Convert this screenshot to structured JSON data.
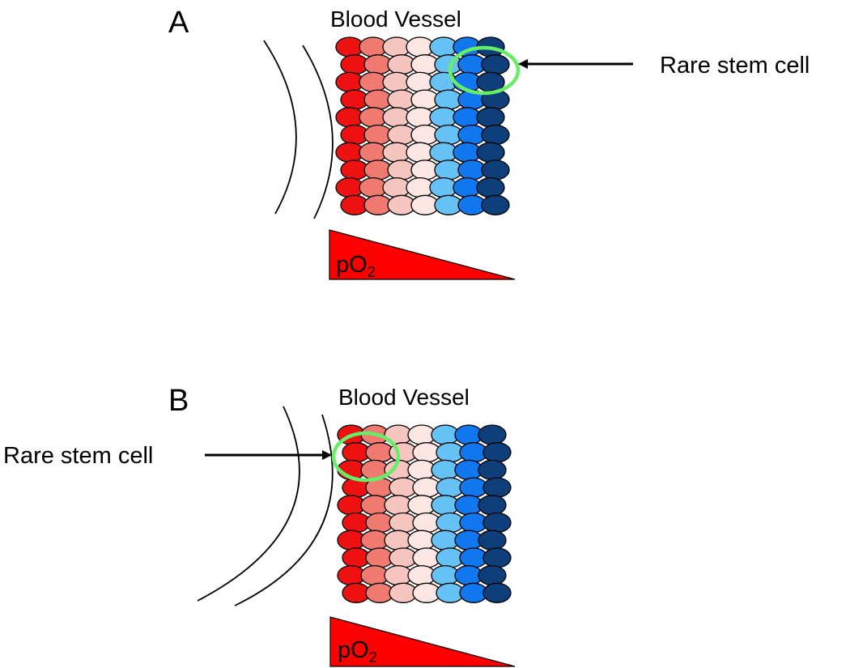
{
  "panels": [
    {
      "letter": "A",
      "vessel_label": "Blood Vessel",
      "callout_label": "Rare stem cell",
      "stem_cell_location": "right side (low oxygen)",
      "gradient_label_main": "pO",
      "gradient_label_sub": "2"
    },
    {
      "letter": "B",
      "vessel_label": "Blood Vessel",
      "callout_label": "Rare stem cell",
      "stem_cell_location": "left side (adjacent to vessel, high oxygen)",
      "gradient_label_main": "pO",
      "gradient_label_sub": "2"
    }
  ],
  "cell_columns_colors": [
    "#ee1111",
    "#f07a70",
    "#f7c5c0",
    "#fbe6e3",
    "#66c2f5",
    "#1177ee",
    "#0e3f7a"
  ],
  "colors": {
    "stem_cell_ring": "#66ee66",
    "gradient_wedge": "#ff0000",
    "outline": "#000000"
  }
}
